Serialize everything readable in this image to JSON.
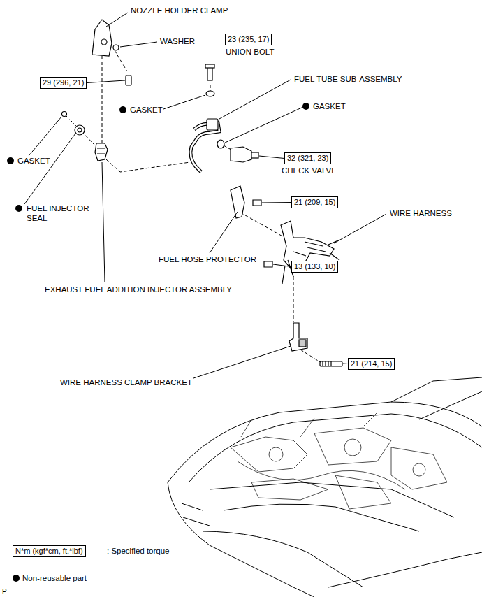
{
  "diagram": {
    "nodes": [
      {
        "text": [
          "23 (235, 17)"
        ]
      },
      {
        "text": [
          "29 (296, 21)"
        ]
      },
      {
        "text": [
          "32 (321, 23)"
        ]
      },
      {
        "text": [
          "21 (209, 15)"
        ]
      },
      {
        "text": [
          "13 (133, 10)"
        ]
      },
      {
        "text": [
          "21 (214, 15)"
        ]
      },
      {
        "text": [
          "N*m (kgf*cm, ft.*lbf)"
        ]
      }
    ],
    "labels": [
      "NOZZLE HOLDER CLAMP",
      "WASHER",
      "UNION BOLT",
      "FUEL TUBE SUB-ASSEMBLY",
      "GASKET",
      "GASKET",
      "CHECK VALVE",
      "GASKET",
      "FUEL INJECTOR SEAL",
      "WIRE HARNESS",
      "FUEL HOSE PROTECTOR",
      "EXHAUST FUEL ADDITION INJECTOR ASSEMBLY",
      "WIRE HARNESS CLAMP BRACKET",
      ": Specified torque",
      "P"
    ],
    "legend": [
      {
        "text": "Non-reusable part"
      }
    ]
  }
}
